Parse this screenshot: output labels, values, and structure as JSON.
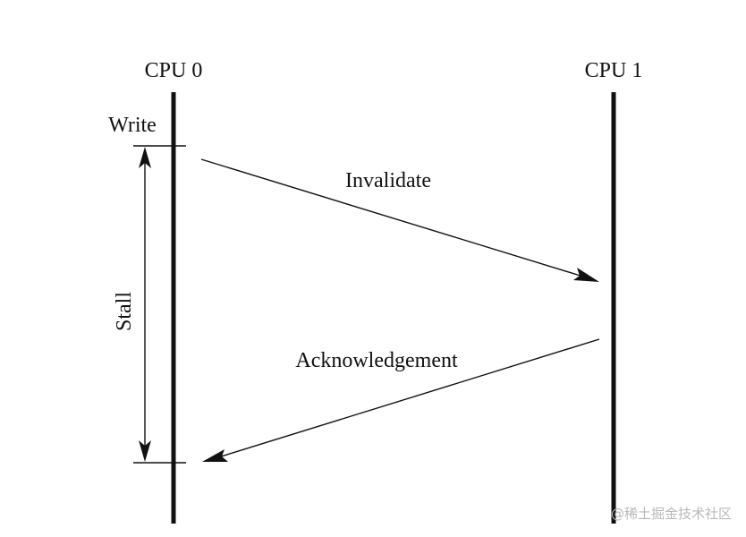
{
  "diagram": {
    "cpu0_label": "CPU 0",
    "cpu1_label": "CPU 1",
    "write_label": "Write",
    "stall_label": "Stall",
    "invalidate_label": "Invalidate",
    "ack_label": "Acknowledgement"
  },
  "watermark": "@稀土掘金技术社区",
  "colors": {
    "line": "#111111",
    "background": "#ffffff",
    "watermark": "#b9b9b9"
  }
}
